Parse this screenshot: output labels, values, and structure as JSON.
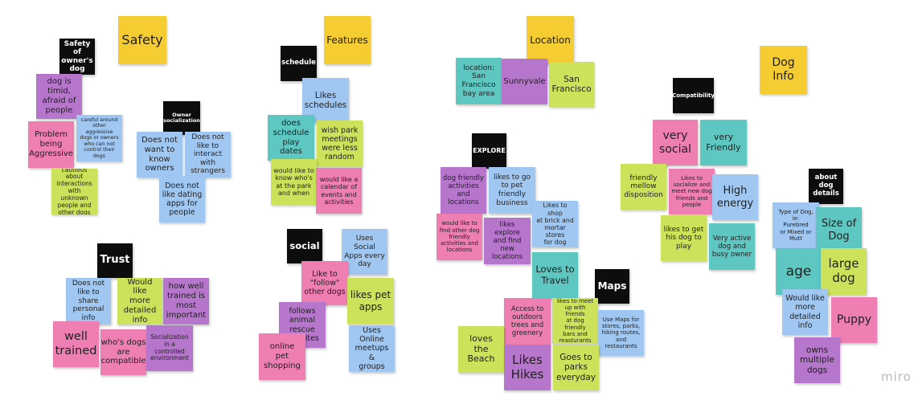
{
  "colors": {
    "yellow": "#f5cc32",
    "purple": "#b676cc",
    "blue": "#9fc7f1",
    "lime": "#cde25a",
    "teal": "#5ec7c1",
    "pink": "#ef7fb3",
    "header": "#0d0d0d"
  },
  "board": {
    "logo": "miro",
    "safety": {
      "title": "Safety",
      "owners_dog_header": "Safety of\nowner's\ndog",
      "owner_socialization_header": "Owner\nsocialization",
      "notes": {
        "timid": "dog is\ntimid,\nafraid of\npeople",
        "aggressive": "Problem\nbeing\nAggressive",
        "careful": "careful around\nother aggressive\ndogs or owners\nwho can not\ncontrol their dogs",
        "cautious": "cautious about\ninteractions\nwith unknown\npeople and\nother dogs",
        "not_know_owners": "Does not\nwant to\nknow\nowners",
        "not_interact": "Does not\nlike to\ninteract with\nstrangers",
        "not_dating": "Does not\nlike dating\napps for\npeople"
      }
    },
    "trust": {
      "title": "Trust",
      "notes": {
        "not_share": "Does not\nlike to share\npersonal\ninfo",
        "detailed": "Would like\nmore\ndetailed\ninfo",
        "how_well": "how well\ntrained is\nmost\nimportant",
        "well_trained": "well\ntrained",
        "compatible": "who's dogs\nare\ncompatible",
        "socialization": "Socialization\nin a\ncontrolled\nenvironment"
      }
    },
    "features": {
      "title": "Features",
      "schedule_header": "schedule",
      "social_header": "social",
      "notes": {
        "likes_schedules": "Likes\nschedules",
        "play_dates": "does\nschedule\nplay dates",
        "park_meetings": "wish park\nmeetings\nwere less\nrandom",
        "know_whos": "would like to\nknow who's\nat the park\nand when",
        "calendar": "would like a\ncalendar of\nevents and\nactivities",
        "social_apps": "Uses Social\nApps every\nday",
        "follow": "Like to\n\"follow\"\nother dogs",
        "pet_apps": "likes pet\napps",
        "rescue": "follows\nanimal\nrescue\nwebsites",
        "online_shopping": "online\npet\nshopping",
        "meetups": "Uses\nOnline\nmeetups &\ngroups"
      }
    },
    "location": {
      "title": "Location",
      "explore_header": "EXPLORE",
      "maps_header": "Maps",
      "notes": {
        "bay_area": "location:\nSan\nFrancisco\nbay area",
        "sunnyvale": "Sunnyvale",
        "san_francisco": "San\nFrancisco",
        "dog_friendly": "dog friendly\nactivities\nand\nlocations",
        "pet_business": "likes to go\nto pet\nfriendly\nbusiness",
        "find_other": "would like to\nfind other dog\nfriendly\nactivities and\nlocations",
        "explore_new": "likes explore\nand find\nnew\nlocations",
        "shop_brick": "Likes to shop\nat brick and\nmortar stores\nfor dog",
        "travel": "Loves to\nTravel",
        "outdoors": "Access to\noutdoors\ntrees and\ngreenery",
        "meet_friends": "likes to meet\nup with friends\nat dog friendly\nbars and\nreasturants",
        "maps_for": "Use Maps for\nstores, parks,\nhiking routes,\nand\nrestaurants",
        "beach": "loves\nthe\nBeach",
        "hikes": "Likes\nHikes",
        "parks": "Goes to\nparks\neveryday"
      }
    },
    "dog_info": {
      "title": "Dog\nInfo",
      "compatibility_header": "Compatibility",
      "about_header": "about\ndog\ndetails",
      "notes": {
        "very_social": "very\nsocial",
        "very_friendly": "very\nFriendly",
        "mellow": "friendly\nmellow\ndisposition",
        "socialize": "Likes to\nsocialize and\nmeet new dog\nfriends and\npeople",
        "high_energy": "High\nenergy",
        "get_play": "likes to get\nhis dog to\nplay",
        "very_active": "Very active\ndog and\nbusy owner",
        "type_of_dog": "Type of Dog,\nie:\nPurebred\nor Mixed or\nMutt",
        "size": "Size of\nDog",
        "age": "age",
        "large": "large\ndog",
        "detailed": "Would like\nmore\ndetailed\ninfo",
        "puppy": "Puppy",
        "multiple": "owns\nmultiple\ndogs"
      }
    }
  }
}
